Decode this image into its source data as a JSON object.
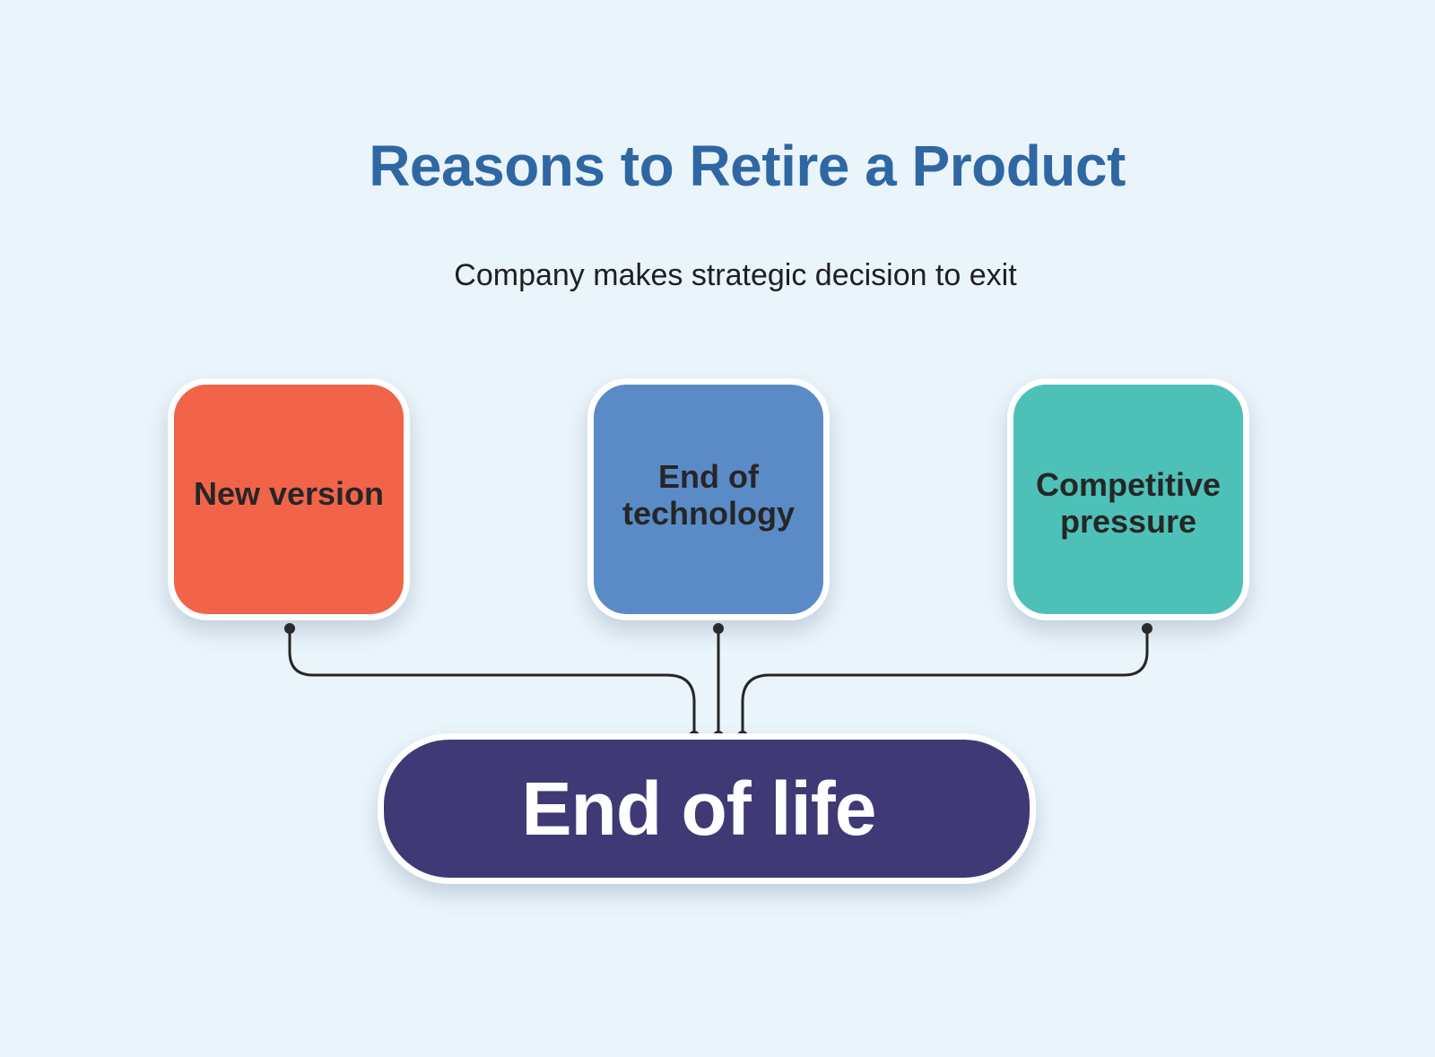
{
  "title": "Reasons to Retire a Product",
  "subtitle": "Company makes strategic decision to exit",
  "reasons": [
    {
      "label": "New version",
      "color": "#f26449"
    },
    {
      "label": "End of technology",
      "color": "#5a8bc7"
    },
    {
      "label": "Competitive pressure",
      "color": "#4dc1b7"
    }
  ],
  "outcome": {
    "label": "End of life",
    "color": "#3f3a75"
  },
  "connector_color": "#262626"
}
